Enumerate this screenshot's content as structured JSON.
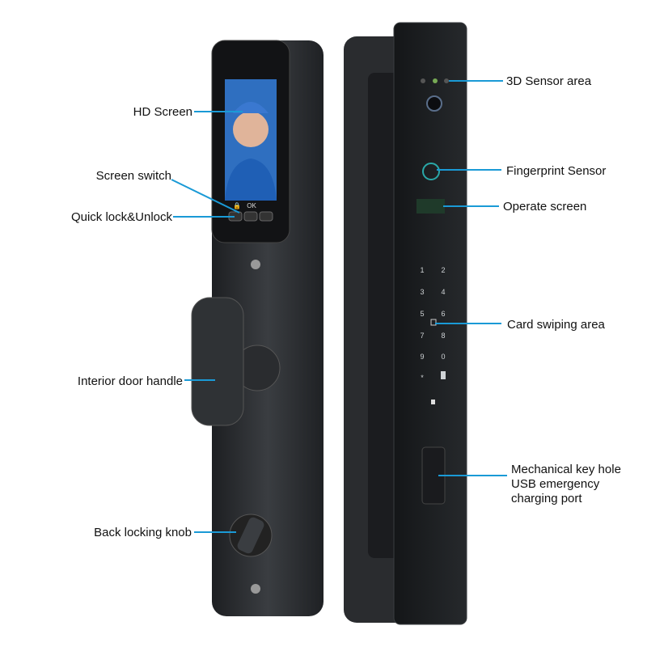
{
  "labels": {
    "hd_screen": "HD Screen",
    "screen_switch": "Screen switch",
    "quick_lock": "Quick lock&Unlock",
    "interior_handle": "Interior door handle",
    "back_knob": "Back locking knob",
    "sensor_3d": "3D Sensor area",
    "fingerprint": "Fingerprint Sensor",
    "operate_screen": "Operate screen",
    "card_area": "Card swiping area",
    "keyhole_line1": "Mechanical key hole",
    "keyhole_line2": "USB emergency",
    "keyhole_line3": "charging port"
  },
  "button_ok": "OK",
  "keypad": [
    "1",
    "2",
    "3",
    "4",
    "5",
    "6",
    "7",
    "8",
    "9",
    "0",
    "*"
  ],
  "colors": {
    "leader_line": "#1a9ad6",
    "body": "#2b2d30",
    "face": "#16181b"
  }
}
